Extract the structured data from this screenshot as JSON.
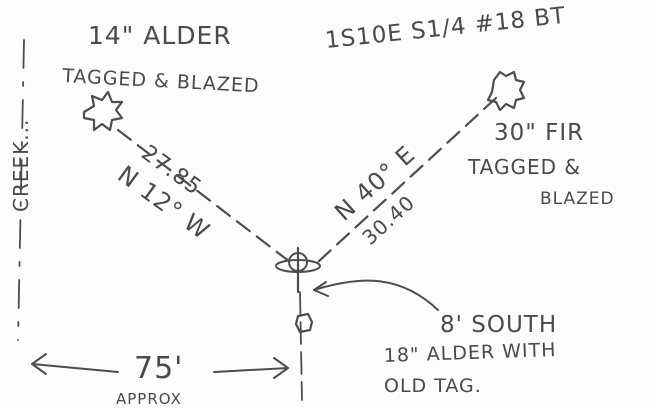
{
  "notes": {
    "alder_14": {
      "line1": "14\" ALDER",
      "line2": "TAGGED & BLAZED"
    },
    "survey_ref": "1S10E S1/4 #18 BT",
    "fir_30": {
      "line1": "30\" FIR",
      "line2": "TAGGED &",
      "line3": "BLAZED"
    },
    "creek_label": "CREEK...",
    "bearing_left": "N 12° W",
    "distance_left": "27.85",
    "bearing_right": "N 40° E",
    "distance_right": "30.40",
    "south_offset": "8' SOUTH",
    "alder_18": {
      "line1": "18\" ALDER WITH",
      "line2": "OLD TAG."
    },
    "distance_bottom": "75'",
    "approx_label": "APPROX"
  }
}
